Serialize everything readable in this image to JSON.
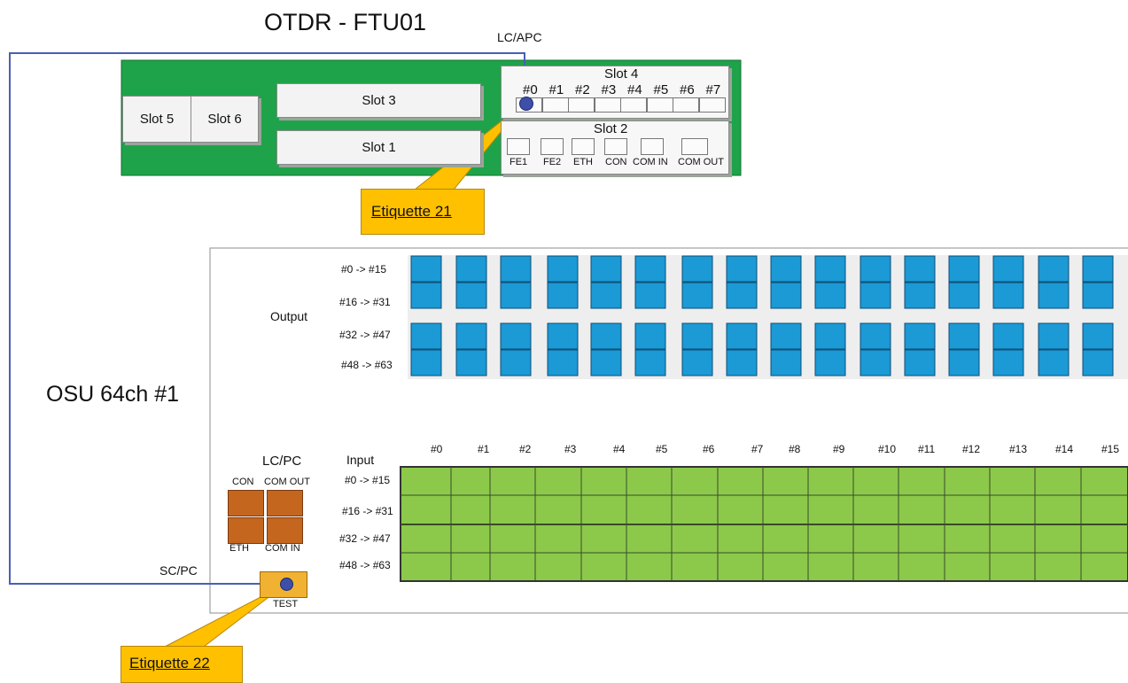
{
  "otdr": {
    "title": "OTDR - FTU01",
    "slots": {
      "slot5": "Slot 5",
      "slot6": "Slot 6",
      "slot3": "Slot 3",
      "slot1": "Slot 1",
      "slot4": "Slot 4",
      "slot2": "Slot 2"
    },
    "slot4_ports": [
      "#0",
      "#1",
      "#2",
      "#3",
      "#4",
      "#5",
      "#6",
      "#7"
    ],
    "slot2_ports": [
      "FE1",
      "FE2",
      "ETH",
      "CON",
      "COM IN",
      "COM OUT"
    ],
    "connector_top": "LC/APC"
  },
  "callouts": {
    "c21": "Etiquette 21",
    "c22": "Etiquette 22"
  },
  "osu": {
    "title": "OSU 64ch #1",
    "output_label": "Output",
    "input_label": "Input",
    "row_labels": [
      "#0 -> #15",
      "#16 -> #31",
      "#32 -> #47",
      "#48 -> #63"
    ],
    "input_row_labels": [
      "#0 -> #15",
      "#16 -> #31",
      "#32 -> #47",
      "#48 -> #63"
    ],
    "columns": [
      "#0",
      "#1",
      "#2",
      "#3",
      "#4",
      "#5",
      "#6",
      "#7",
      "#8",
      "#9",
      "#10",
      "#11",
      "#12",
      "#13",
      "#14",
      "#15"
    ],
    "lcpc_label": "LC/PC",
    "mgmt": {
      "con": "CON",
      "com_out": "COM OUT",
      "eth": "ETH",
      "com_in": "COM IN"
    },
    "test_label": "TEST",
    "connector_bottom": "SC/PC"
  },
  "colors": {
    "chassis_green": "#1fa34a",
    "port_blue": "#1b9ad6",
    "grid_green": "#8cc94a",
    "fiber": "#4a5fb5",
    "callout": "#ffc000",
    "orange_port": "#c5661f"
  }
}
